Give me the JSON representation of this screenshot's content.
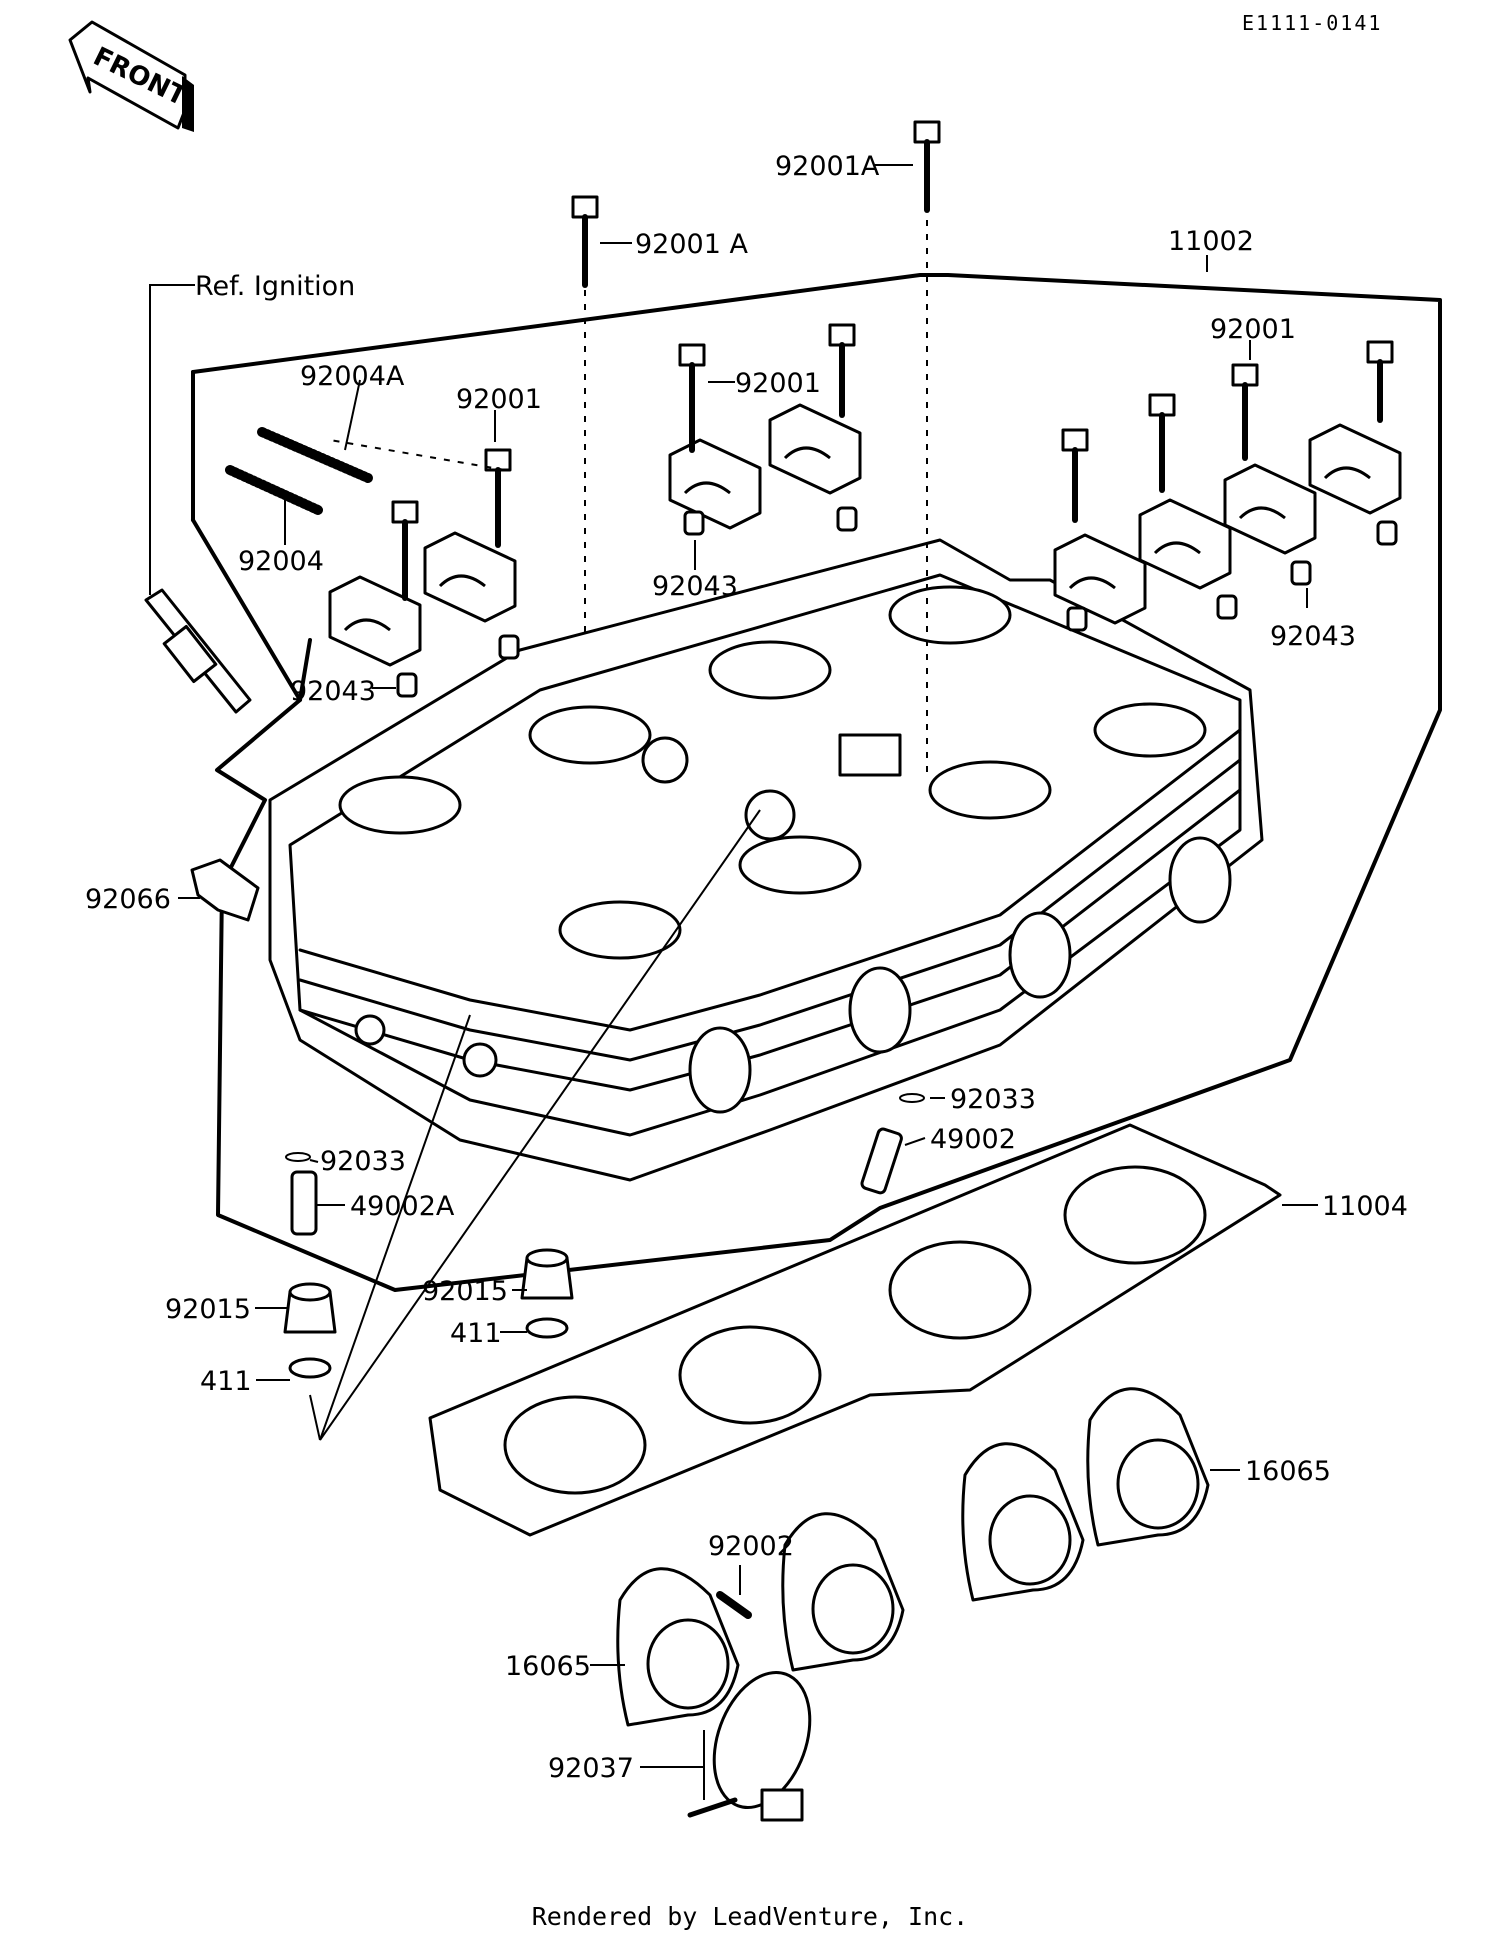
{
  "header": {
    "diagram_ref": "E1111-0141",
    "front_label": "FRONT"
  },
  "callouts": [
    {
      "id": "92001A-top",
      "text": "92001A"
    },
    {
      "id": "92001A-left",
      "text": "92001 A"
    },
    {
      "id": "11002",
      "text": "11002"
    },
    {
      "id": "ref-ignition",
      "text": "Ref. Ignition"
    },
    {
      "id": "92004A",
      "text": "92004A"
    },
    {
      "id": "92001-left",
      "text": "92001"
    },
    {
      "id": "92001-center",
      "text": "92001"
    },
    {
      "id": "92001-right",
      "text": "92001"
    },
    {
      "id": "92004",
      "text": "92004"
    },
    {
      "id": "92043-center",
      "text": "92043"
    },
    {
      "id": "92043-right",
      "text": "92043"
    },
    {
      "id": "92043-left",
      "text": "92043"
    },
    {
      "id": "92066",
      "text": "92066"
    },
    {
      "id": "92033-right",
      "text": "92033"
    },
    {
      "id": "49002",
      "text": "49002"
    },
    {
      "id": "92033-left",
      "text": "92033"
    },
    {
      "id": "49002A",
      "text": "49002A"
    },
    {
      "id": "11004",
      "text": "11004"
    },
    {
      "id": "92015-center",
      "text": "92015"
    },
    {
      "id": "92015-left",
      "text": "92015"
    },
    {
      "id": "411-center",
      "text": "411"
    },
    {
      "id": "411-left",
      "text": "411"
    },
    {
      "id": "16065-right",
      "text": "16065"
    },
    {
      "id": "92002",
      "text": "92002"
    },
    {
      "id": "16065-left",
      "text": "16065"
    },
    {
      "id": "92037",
      "text": "92037"
    }
  ],
  "footer": {
    "text": "Rendered by LeadVenture, Inc."
  }
}
